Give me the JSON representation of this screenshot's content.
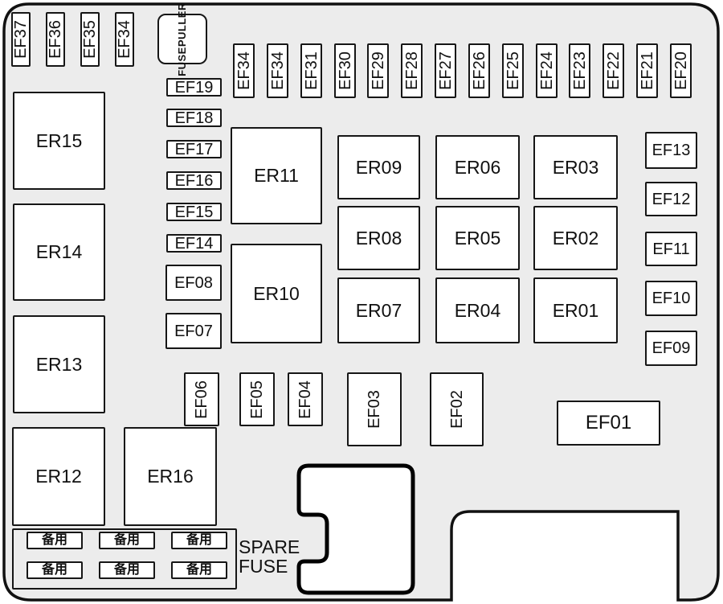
{
  "colors": {
    "panel_fill": "#ececec",
    "box_fill": "#ffffff",
    "line": "#111111"
  },
  "top_left_fuses": [
    "EF37",
    "EF36",
    "EF35",
    "EF34"
  ],
  "fuse_puller": {
    "line1": "FUSE",
    "line2": "PULLER"
  },
  "top_row_fuses": [
    "EF34",
    "EF34",
    "EF31",
    "EF30",
    "EF29",
    "EF28",
    "EF27",
    "EF26",
    "EF25",
    "EF24",
    "EF23",
    "EF22",
    "EF21",
    "EF20"
  ],
  "left_column_fuses": [
    "EF19",
    "EF18",
    "EF17",
    "EF16",
    "EF15",
    "EF14"
  ],
  "left_block_fuses": [
    "EF08",
    "EF07"
  ],
  "left_relays": [
    "ER15",
    "ER14",
    "ER13",
    "ER12"
  ],
  "relay_er16": "ER16",
  "center_relays": [
    "ER11",
    "ER10"
  ],
  "relay_grid": [
    "ER09",
    "ER06",
    "ER03",
    "ER08",
    "ER05",
    "ER02",
    "ER07",
    "ER04",
    "ER01"
  ],
  "right_column_fuses": [
    "EF13",
    "EF12",
    "EF11",
    "EF10",
    "EF09"
  ],
  "bottom_fuses": [
    "EF06",
    "EF05",
    "EF04",
    "EF03",
    "EF02"
  ],
  "ef01_label": "EF01",
  "spare": {
    "slot_label": "备用",
    "caption_line1": "SPARE",
    "caption_line2": "FUSE"
  }
}
